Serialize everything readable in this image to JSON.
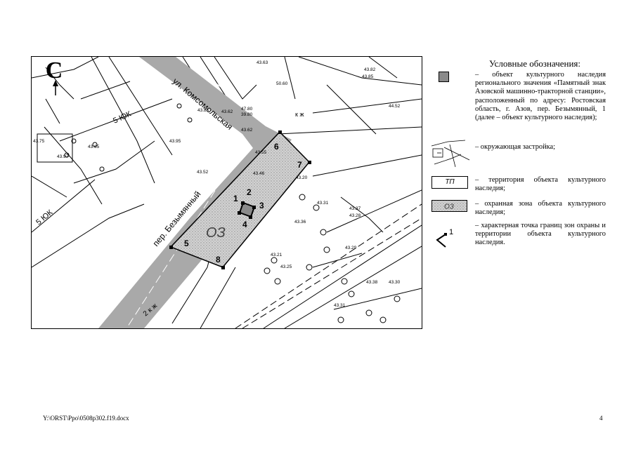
{
  "map": {
    "north_label": "С",
    "streets": {
      "komsomolskaya": "ул. Комсомольская",
      "bezymyanny": "пер. Безымянный"
    },
    "block_labels": [
      "5 ЮК",
      "5 ЮК",
      "2 к ж",
      "к ж"
    ],
    "small_labels": [
      "43.75",
      "43.97",
      "43.65",
      "43.95",
      "43.85",
      "43.62",
      "43.52",
      "43.46",
      "43.28",
      "43.31",
      "43.36",
      "43.29",
      "43.30",
      "43.38",
      "43.21",
      "43.63",
      "39.80",
      "47.80",
      "50.60",
      "43.62",
      "43.82",
      "43.85",
      "44.52",
      "43.55",
      "43.37",
      "43.20",
      "43.25",
      "43.31"
    ],
    "zone_label": "ОЗ",
    "points": [
      {
        "label": "1"
      },
      {
        "label": "2"
      },
      {
        "label": "3"
      },
      {
        "label": "4"
      },
      {
        "label": "5"
      },
      {
        "label": "6"
      },
      {
        "label": "7"
      },
      {
        "label": "8"
      }
    ]
  },
  "legend": {
    "title": "Условные обозначения:",
    "items": [
      {
        "text": "– объект культурного наследия регионального значения «Памятный знак Азовской машинно-тракторной станции», расположенный по адресу: Ростовская область, г. Азов, пер. Безымянный, 1 (далее – объект культурного наследия);"
      },
      {
        "text": "– окружающая застройка;"
      },
      {
        "symbol_label": "ТП",
        "text": "– территория объекта культурного наследия;"
      },
      {
        "symbol_label": "ОЗ",
        "text": "– охранная зона объекта культурного наследия;"
      },
      {
        "symbol_label": "1",
        "text": "– характерная точка границ зон охраны и территории объекта культурного наследия."
      }
    ]
  },
  "footer": {
    "path": "Y:\\ORST\\Ppo\\0508p302.f19.docx",
    "page_number": "4"
  },
  "colors": {
    "street_gray": "#a9a9a9",
    "zone_fill": "#c8c8c8",
    "object_fill": "#8a8a8a",
    "line": "#000000"
  }
}
